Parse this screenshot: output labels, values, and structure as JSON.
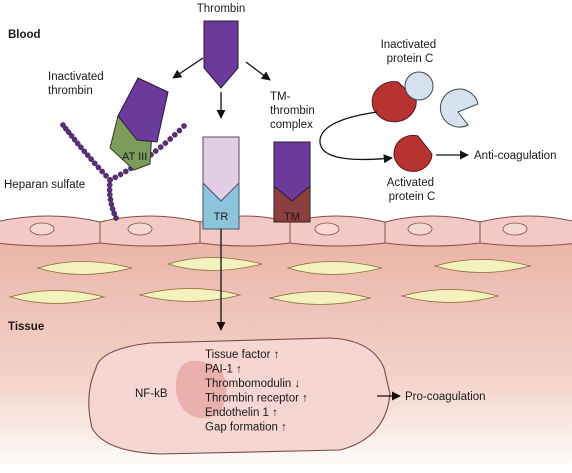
{
  "regions": {
    "blood": "Blood",
    "tissue": "Tissue"
  },
  "thrombin": "Thrombin",
  "inactivated_thrombin": [
    "Inactivated",
    "thrombin"
  ],
  "at3": "AT III",
  "heparan_sulfate": "Heparan sulfate",
  "tm_complex": [
    "TM-",
    "thrombin",
    "complex"
  ],
  "tr": "TR",
  "tm": "TM",
  "inactivated_protein_c": [
    "Inactivated",
    "protein C"
  ],
  "activated_protein_c": [
    "Activated",
    "protein C"
  ],
  "anticoagulation": "Anti-coagulation",
  "nfkb": "NF-kB",
  "effects": [
    "Tissue factor ↑",
    "PAI-1 ↑",
    "Thrombomodulin ↓",
    "Thrombin receptor ↑",
    "Endothelin 1 ↑",
    "Gap formation ↑"
  ],
  "procoagulation": "Pro-coagulation",
  "colors": {
    "thrombin": "#6b3a9a",
    "at3": "#7d9b5a",
    "tr": "#8cc4dc",
    "tr_top": "#e3cce6",
    "tm": "#8a3f3e",
    "protein_c_red": "#b8322f",
    "protein_c_blue": "#d6e2f0",
    "cell": "#f2c9c4",
    "tissue_bg": "#eab3a5",
    "smooth_muscle": "#f4f2bc",
    "chain": "#5a2f7a"
  }
}
